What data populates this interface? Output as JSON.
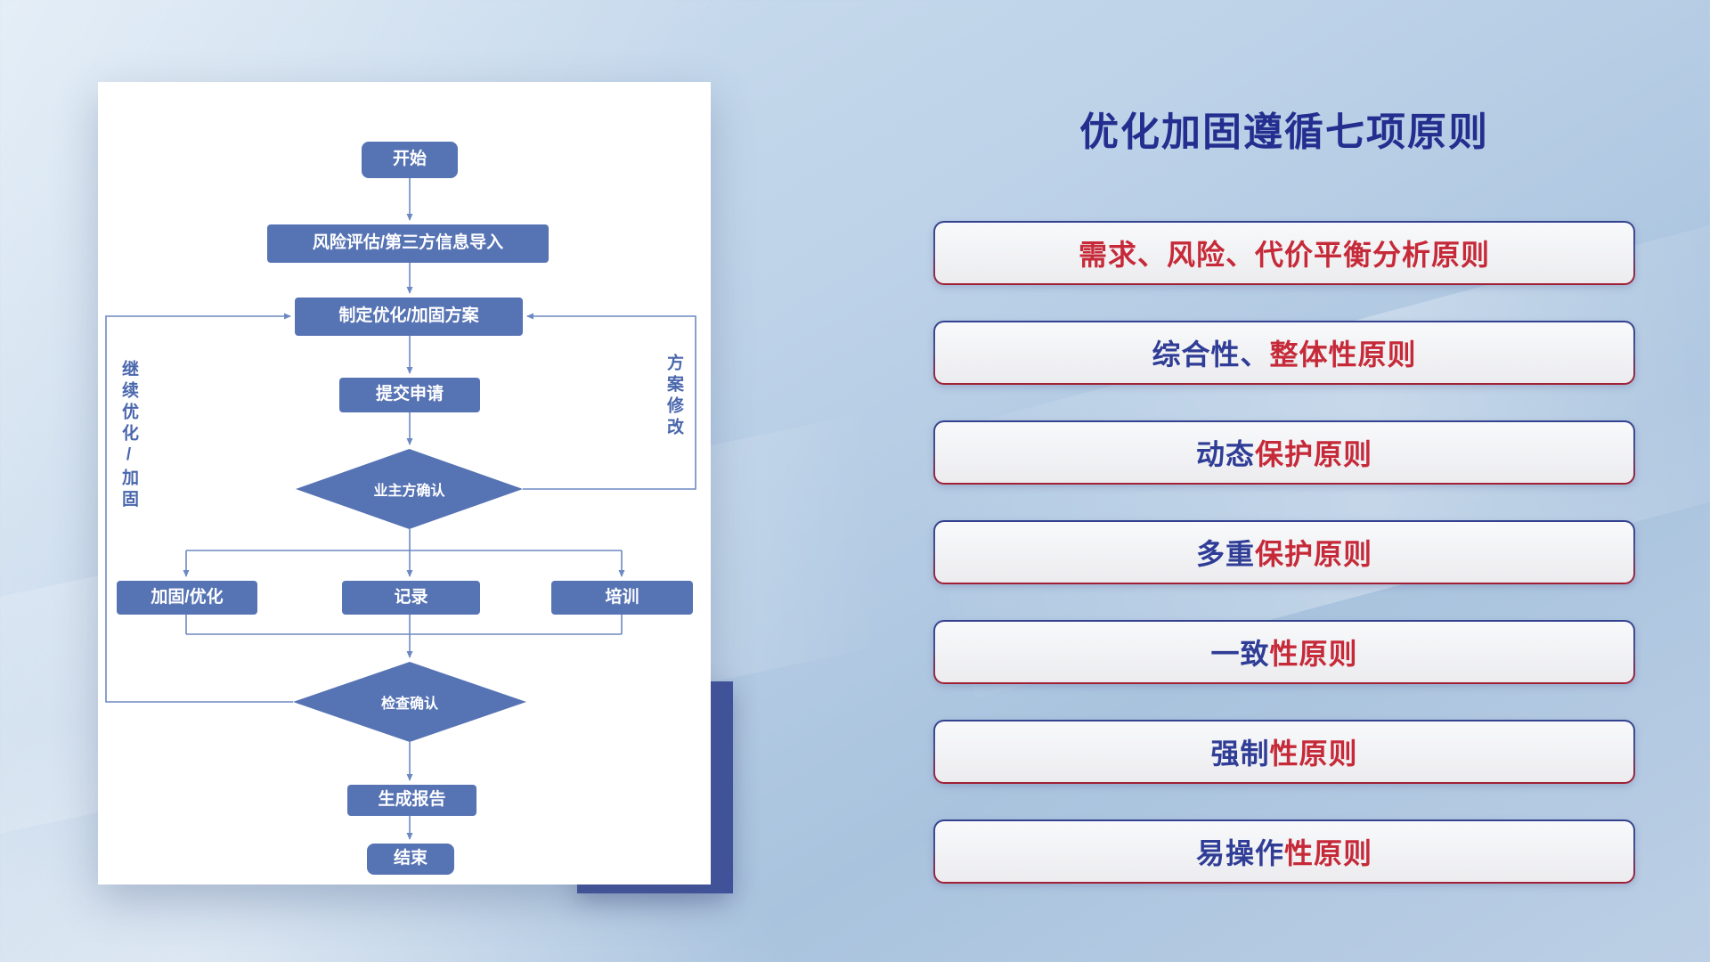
{
  "panel": {
    "title": "优化加固遵循七项原则",
    "items": [
      {
        "lead": "",
        "tail": "需求、风险、代价平衡分析原则"
      },
      {
        "lead": "综合性、",
        "tail": "整体性原则"
      },
      {
        "lead": "动态",
        "tail": "保护原则"
      },
      {
        "lead": "多重",
        "tail": "保护原则"
      },
      {
        "lead": "一致",
        "tail": "性原则"
      },
      {
        "lead": "强制",
        "tail": "性原则"
      },
      {
        "lead": "易操作",
        "tail": "性原则"
      }
    ]
  },
  "flowchart": {
    "nodes": {
      "start": "开始",
      "risk_import": "风险评估/第三方信息导入",
      "make_plan": "制定优化/加固方案",
      "submit": "提交申请",
      "owner_confirm": "业主方确认",
      "harden_optimize": "加固/优化",
      "record": "记录",
      "training": "培训",
      "check_confirm": "检查确认",
      "report": "生成报告",
      "end": "结束"
    },
    "loop_labels": {
      "left": "继续优化/加固",
      "right": "方案修改"
    }
  },
  "colors": {
    "title-blue": "#232e8f",
    "principle-blue": "#2f3d96",
    "principle-red": "#c62a39",
    "flow-node": "#5673b4",
    "flow-line": "#6d89c2",
    "accent-block": "#41529b"
  }
}
